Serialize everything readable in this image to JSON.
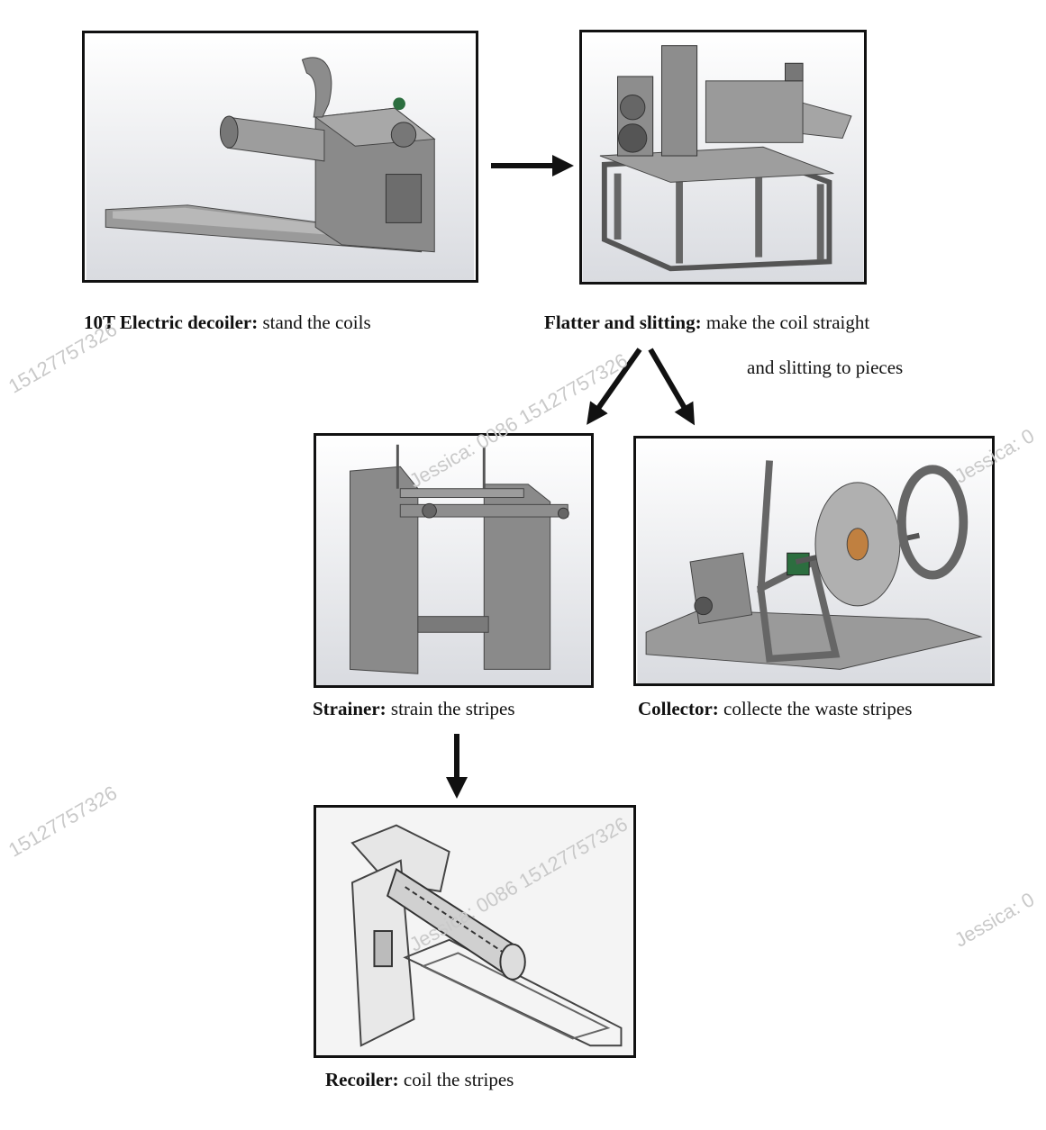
{
  "steps": {
    "decoiler": {
      "name": "10T Electric decoiler:",
      "desc": "stand the coils"
    },
    "flatter": {
      "name": "Flatter and slitting:",
      "desc": "make the coil straight",
      "desc2": "and slitting to pieces"
    },
    "strainer": {
      "name": "Strainer:",
      "desc": "strain the stripes"
    },
    "collector": {
      "name": "Collector:",
      "desc": "collecte the waste stripes"
    },
    "recoiler": {
      "name": "Recoiler:",
      "desc": "coil the stripes"
    }
  },
  "watermarks": [
    "15127757326",
    "Jessica: 0086 15127757326",
    "Jessica: 0",
    "15127757326",
    "Jessica: 0086 15127757326",
    "Jessica: 0"
  ],
  "colors": {
    "machine": "#7d7d7d",
    "machine_dark": "#555555",
    "line": "#111111",
    "bg_gradient_top": "#ffffff",
    "bg_gradient_bottom": "#d9dbe0"
  }
}
